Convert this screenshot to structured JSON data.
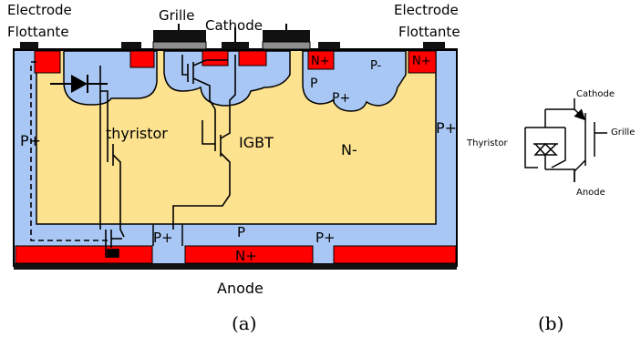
{
  "colors": {
    "n_region": "#fde28f",
    "p_region": "#a9c7f4",
    "n_plus": "#ff0000",
    "metal": "#111111",
    "gate": "#8e8e8e"
  },
  "labels": {
    "electrode_left_1": "Electrode",
    "electrode_left_2": "Flottante",
    "grille": "Grille",
    "cathode": "Cathode",
    "electrode_right_1": "Electrode",
    "electrode_right_2": "Flottante",
    "nplus_mid": "N+",
    "pminus": "P-",
    "nplus_right": "N+",
    "p_well": "P",
    "pplus_well": "P+",
    "thyristor": "thyristor",
    "igbt": "IGBT",
    "nminus": "N-",
    "pplus_left": "P+",
    "pplus_right": "P+",
    "pplus_bottom_left": "P+",
    "p_bottom": "P",
    "pplus_bottom_right": "P+",
    "nplus_bottom": "N+",
    "anode": "Anode",
    "caption_a": "(a)",
    "caption_b": "(b)",
    "sym_cathode": "Cathode",
    "sym_grille": "Grille",
    "sym_thyristor": "Thyristor",
    "sym_anode": "Anode"
  }
}
